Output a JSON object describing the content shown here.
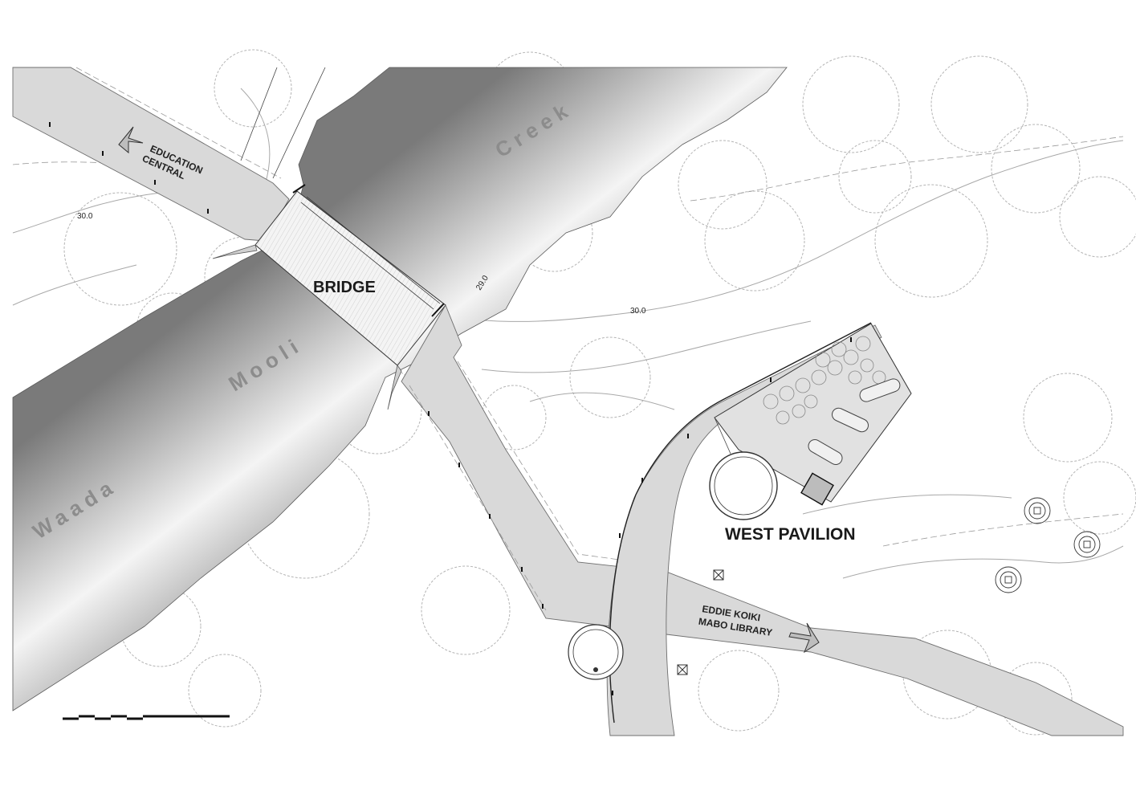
{
  "labels": {
    "bridge": "BRIDGE",
    "west_pavilion": "WEST PAVILION",
    "education_line1": "EDUCATION",
    "education_line2": "CENTRAL",
    "library_line1": "EDDIE KOIKI",
    "library_line2": "MABO LIBRARY",
    "creek_word1": "Waada",
    "creek_word2": "Mooli",
    "creek_word3": "Creek",
    "contour_a": "30.0",
    "contour_b": "30.0",
    "contour_c": "29.0"
  },
  "colors": {
    "creek_light": "#f2f2f2",
    "creek_dark": "#7f7f7f",
    "path": "#d9d9d9",
    "outline": "#6e6e6e"
  }
}
